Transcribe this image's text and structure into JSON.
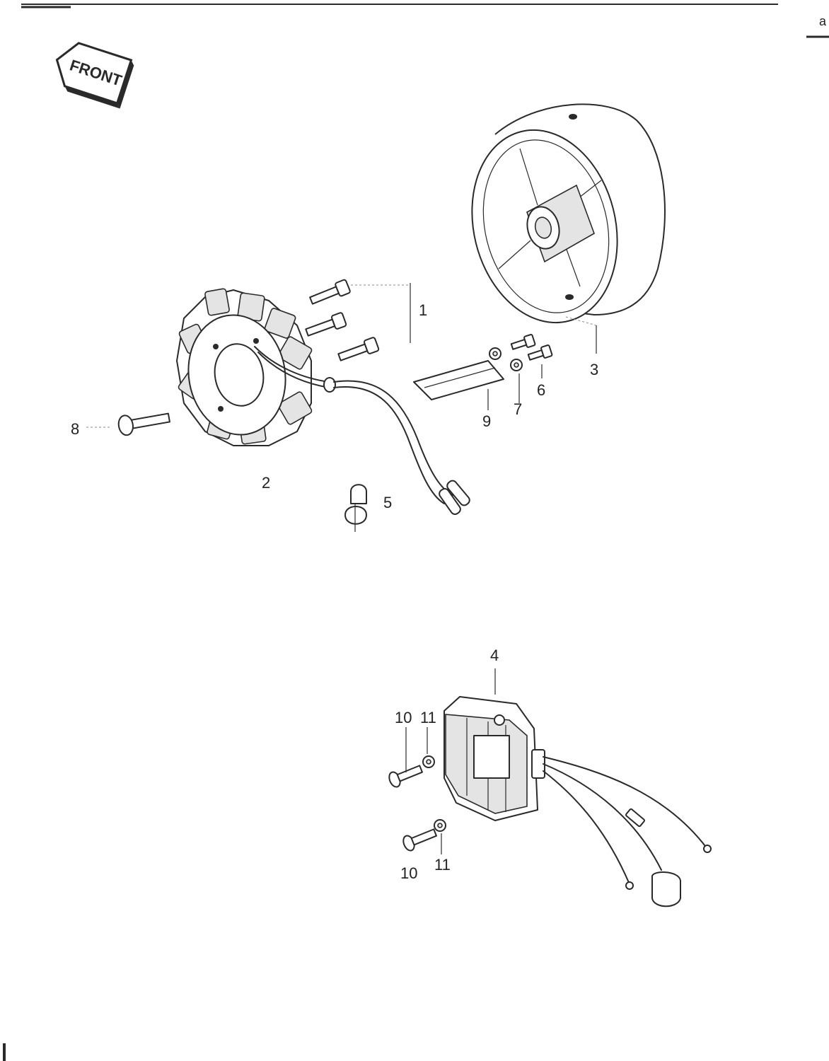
{
  "badge": {
    "text": "FRONT"
  },
  "corner_mark": "a",
  "callouts": {
    "c1": "1",
    "c2": "2",
    "c3": "3",
    "c4": "4",
    "c5": "5",
    "c6": "6",
    "c7": "7",
    "c8": "8",
    "c9": "9",
    "c10a": "10",
    "c11a": "11",
    "c10b": "10",
    "c11b": "11"
  },
  "colors": {
    "ink": "#2a2a2a",
    "paper": "#ffffff"
  }
}
